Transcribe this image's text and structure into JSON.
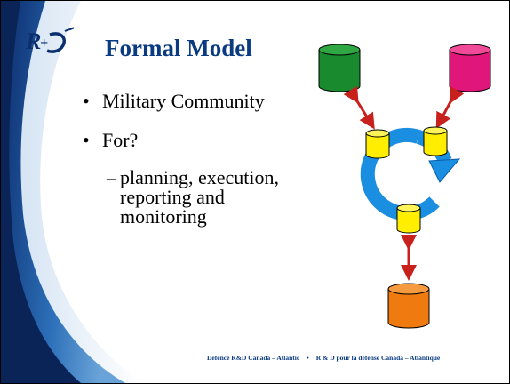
{
  "logo_text": "R&D",
  "title": "Formal Model",
  "bullets": [
    "Military Community",
    "For?"
  ],
  "sub_bullet": "planning, execution, reporting and monitoring",
  "footer": {
    "left": "Defence R&D Canada – Atlantic",
    "separator": "•",
    "right": "R & D pour la défense Canada – Atlantique"
  },
  "colors": {
    "title": "#0a3a80",
    "db_green": "#1a8a2e",
    "db_magenta": "#e0167a",
    "db_yellow": "#ffee00",
    "db_orange": "#ee7a10",
    "cycle_arrow": "#1a8ee0",
    "link_arrows": "#c8201c"
  },
  "icons": [
    "database-icon",
    "cycle-arrow-icon",
    "double-arrow-icon"
  ]
}
